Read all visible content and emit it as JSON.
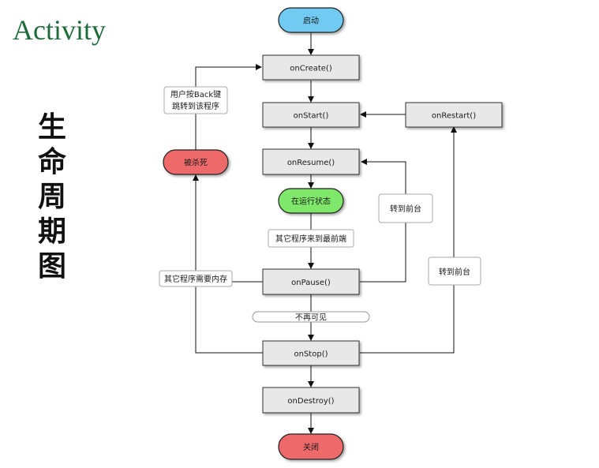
{
  "header": {
    "title": "Activity",
    "subtitle": "生命周期图"
  },
  "nodes": {
    "start": "启动",
    "onCreate": "onCreate()",
    "onStart": "onStart()",
    "onRestart": "onRestart()",
    "onResume": "onResume()",
    "running": "在运行状态",
    "onPause": "onPause()",
    "onStop": "onStop()",
    "onDestroy": "onDestroy()",
    "closed": "关闭",
    "killed": "被杀死"
  },
  "labels": {
    "back_line1": "用户按Back键",
    "back_line2": "跳转到该程序",
    "other_front": "其它程序来到最前端",
    "to_front_1": "转到前台",
    "to_front_2": "转到前台",
    "need_memory": "其它程序需要内存",
    "invisible": "不再可见"
  },
  "colors": {
    "start": "#6fcaf2",
    "running": "#7fe86a",
    "end": "#ee6b6b",
    "box": "#e8e8e8",
    "title_green": "#1d6b3a"
  }
}
